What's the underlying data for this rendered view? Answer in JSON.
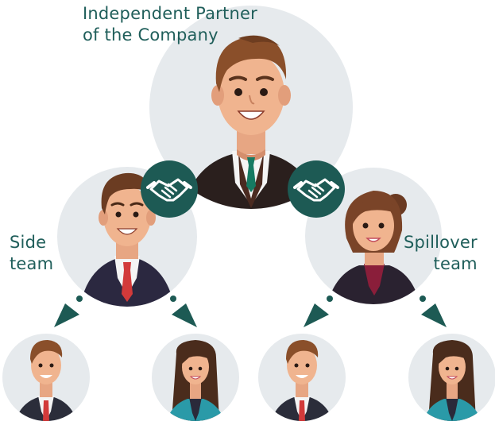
{
  "labels": {
    "top_partner": "Independent Partner\nof the Company",
    "side_team": "Side\nteam",
    "spillover_team": "Spillover\nteam"
  },
  "icons": {
    "handshake_left": "handshake-icon",
    "handshake_right": "handshake-icon"
  },
  "colors": {
    "circle_bg": "#e6eaed",
    "accent_teal": "#1f5e5a",
    "handshake_badge": "#1d5a54"
  }
}
